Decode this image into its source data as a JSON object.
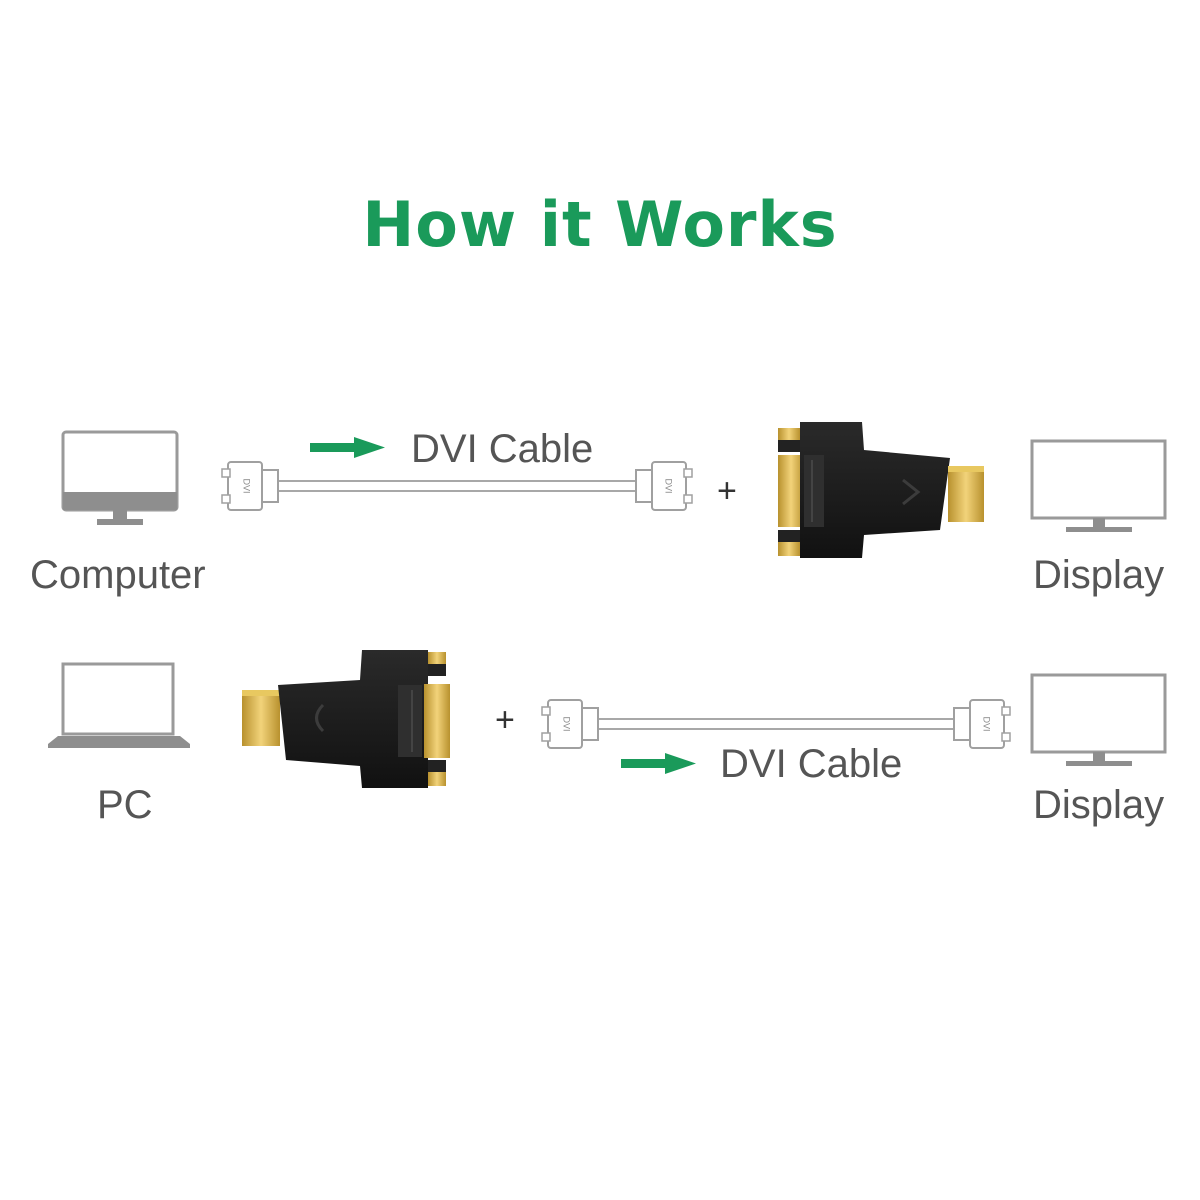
{
  "title": "How it Works",
  "colors": {
    "accent": "#1a9a5a",
    "icon_gray": "#9a9a9a",
    "text_gray": "#555555",
    "adapter_black": "#1d1d1d",
    "gold": "#d9b44a"
  },
  "row1": {
    "source_label": "Computer",
    "source_icon": "monitor-icon",
    "cable_label": "DVI Cable",
    "connector_text": "DVI",
    "plus": "+",
    "target_label": "Display",
    "target_icon": "display-icon"
  },
  "row2": {
    "source_label": "PC",
    "source_icon": "laptop-icon",
    "cable_label": "DVI Cable",
    "connector_text": "DVI",
    "plus": "+",
    "target_label": "Display",
    "target_icon": "display-icon"
  }
}
